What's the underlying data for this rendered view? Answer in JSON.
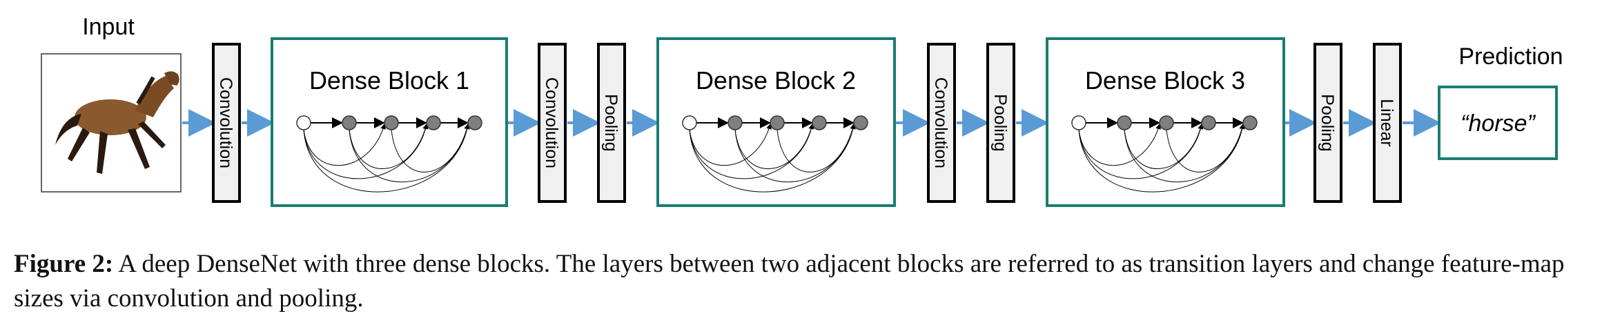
{
  "figure": {
    "input_label": "Input",
    "prediction_label": "Prediction",
    "prediction_text": "“horse”",
    "blocks": [
      {
        "label": "Dense Block 1"
      },
      {
        "label": "Dense Block 2"
      },
      {
        "label": "Dense Block 3"
      }
    ],
    "layers": {
      "convolution": "Convolution",
      "pooling": "Pooling",
      "linear": "Linear"
    },
    "colors": {
      "block_border": "#1a7d72",
      "arrow": "#5b9bd5",
      "layer_fill": "#f0f0f0",
      "node_dark": "#7f7f7f",
      "node_light": "#ffffff"
    },
    "input_image": "horse-photo"
  },
  "caption": {
    "label": "Figure 2:",
    "text": " A deep DenseNet with three dense blocks. The layers between two adjacent blocks are referred to as transition layers and change feature-map sizes via convolution and pooling."
  }
}
